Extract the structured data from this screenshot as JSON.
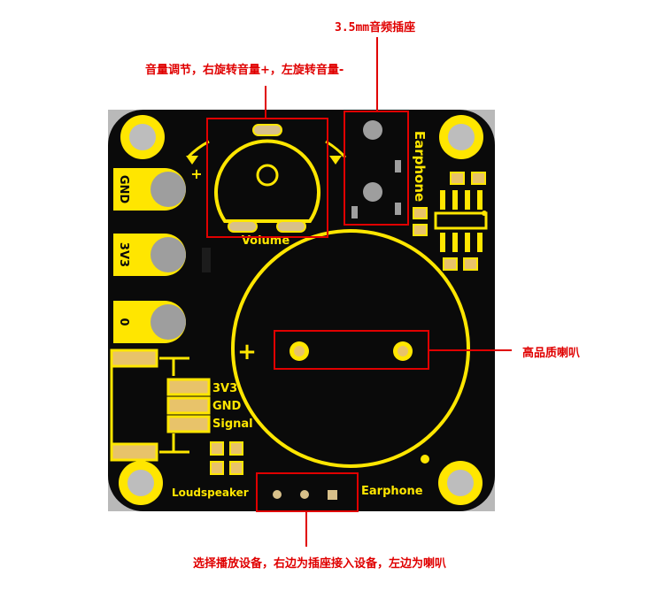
{
  "annotations": {
    "audio_jack": "3.5mm音频插座",
    "volume": "音量调节，右旋转音量+，左旋转音量-",
    "speaker": "高品质喇叭",
    "selector": "选择播放设备，右边为插座接入设备，左边为喇叭"
  },
  "board": {
    "earphone_vertical": "Earphone",
    "volume_label": "Volume",
    "pin_gnd": "GND",
    "pin_3v3": "3V3",
    "pin_0": "0",
    "header_3v3": "3V3",
    "header_gnd": "GND",
    "header_signal": "Signal",
    "loudspeaker": "Loudspeaker",
    "earphone_bottom": "Earphone",
    "plus": "+",
    "knob_plus": "+"
  },
  "colors": {
    "pcb": "#0a0a0a",
    "silkscreen": "#ffe600",
    "pad_gold": "#e8c36a",
    "highlight_box": "#e00000"
  }
}
